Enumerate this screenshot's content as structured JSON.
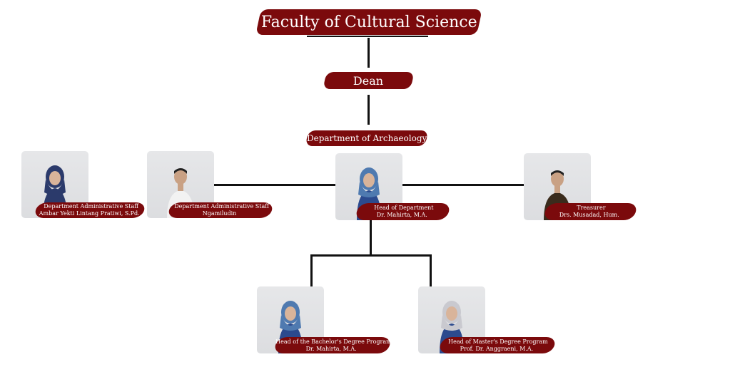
{
  "title": "Faculty of Cultural Science",
  "dean": "Dean",
  "department": "Department of Archaeology",
  "colors": {
    "accent": "#7b0a0c",
    "line": "#111111"
  },
  "people": [
    {
      "role": "Department Administrative Staff",
      "name": "Ambar Yekti Lintang Pratiwi, S.Pd."
    },
    {
      "role": "Department Administrative Staff",
      "name": "Ngamiludin"
    },
    {
      "role": "Head of Department",
      "name": "Dr. Mahirta, M.A."
    },
    {
      "role": "Treasurer",
      "name": "Drs. Musadad, Hum."
    },
    {
      "role": "Head of the Bachelor's Degree Program",
      "name": "Dr. Mahirta, M.A."
    },
    {
      "role": "Head of Master's Degree Program",
      "name": "Prof. Dr. Anggraeni, M.A."
    }
  ]
}
